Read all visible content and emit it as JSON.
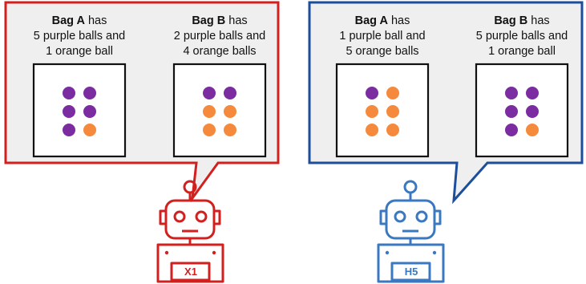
{
  "colors": {
    "red": "#d2201f",
    "blue": "#1d4e9c",
    "purple": "#7b2ca0",
    "orange": "#f58a3c",
    "panel_bg": "#efefef",
    "box_stroke": "#111111",
    "robot_blue": "#3a78c2"
  },
  "panels": [
    {
      "robot_label": "X1",
      "border_color": "red",
      "bags": [
        {
          "name": "Bag A",
          "has": " has",
          "line2": "5 purple balls and",
          "line3": "1 orange ball",
          "balls": [
            "purple",
            "purple",
            "purple",
            "purple",
            "purple",
            "orange"
          ]
        },
        {
          "name": "Bag B",
          "has": " has",
          "line2": "2 purple balls and",
          "line3": "4 orange balls",
          "balls": [
            "purple",
            "purple",
            "orange",
            "orange",
            "orange",
            "orange"
          ]
        }
      ]
    },
    {
      "robot_label": "H5",
      "border_color": "blue",
      "bags": [
        {
          "name": "Bag A",
          "has": " has",
          "line2": "1 purple ball and",
          "line3": "5 orange balls",
          "balls": [
            "purple",
            "orange",
            "orange",
            "orange",
            "orange",
            "orange"
          ]
        },
        {
          "name": "Bag B",
          "has": " has",
          "line2": "5 purple balls and",
          "line3": "1 orange ball",
          "balls": [
            "purple",
            "purple",
            "purple",
            "purple",
            "purple",
            "orange"
          ]
        }
      ]
    }
  ]
}
